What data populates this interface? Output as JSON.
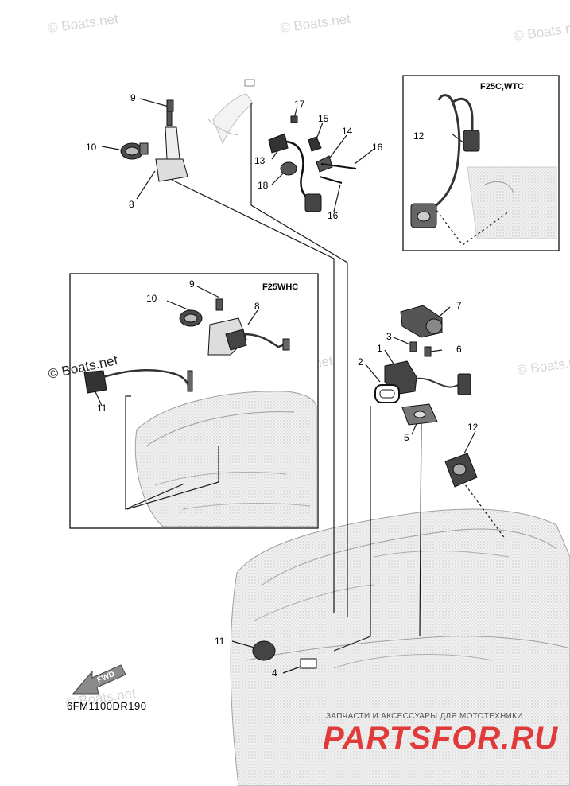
{
  "watermark": "© Boats.net",
  "insets": {
    "top_right_title": "F25C,WTC",
    "left_title": "F25WHC"
  },
  "callouts": {
    "n1": "1",
    "n2": "2",
    "n3": "3",
    "n4": "4",
    "n5": "5",
    "n6": "6",
    "n7": "7",
    "n8": "8",
    "n9": "9",
    "n10": "10",
    "n11": "11",
    "n12": "12",
    "n13": "13",
    "n14": "14",
    "n15": "15",
    "n16": "16",
    "n17": "17",
    "n18": "18"
  },
  "diagram_code": "6FM1100DR190",
  "fwd_label": "FWD",
  "brand": {
    "tagline": "ЗАПЧАСТИ И АКСЕССУАРЫ ДЛЯ МОТОТЕХНИКИ",
    "logo_text": "PARTSFOR.RU"
  },
  "colors": {
    "line": "#1a1a1a",
    "part_dark": "#3a3a3a",
    "hatch": "#c8c8c8",
    "brand_red": "#e03a3a"
  }
}
